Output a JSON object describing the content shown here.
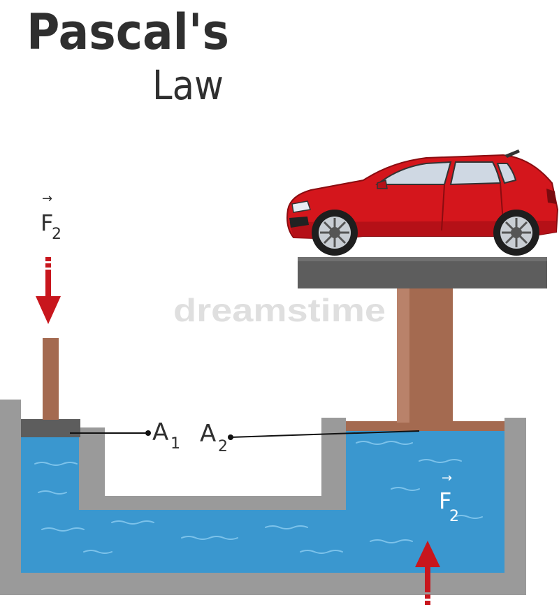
{
  "title": {
    "line1": "Pascal's",
    "line2": "Law"
  },
  "labels": {
    "small_force": {
      "symbol": "F",
      "subscript": "2",
      "arrow": "→"
    },
    "large_force": {
      "symbol": "F",
      "subscript": "2",
      "arrow": "→"
    },
    "area_small": {
      "symbol": "A",
      "subscript": "1"
    },
    "area_large": {
      "symbol": "A",
      "subscript": "2"
    }
  },
  "watermark": "dreamstime",
  "colors": {
    "fluid": "#3a97cf",
    "container": "#9a9a9a",
    "piston_rod": "#a46a50",
    "platform": "#5d5d5d",
    "force_arrow": "#c8161d",
    "car_body": "#d4161c"
  },
  "icons": {
    "car": "red-hatchback-car-icon"
  }
}
